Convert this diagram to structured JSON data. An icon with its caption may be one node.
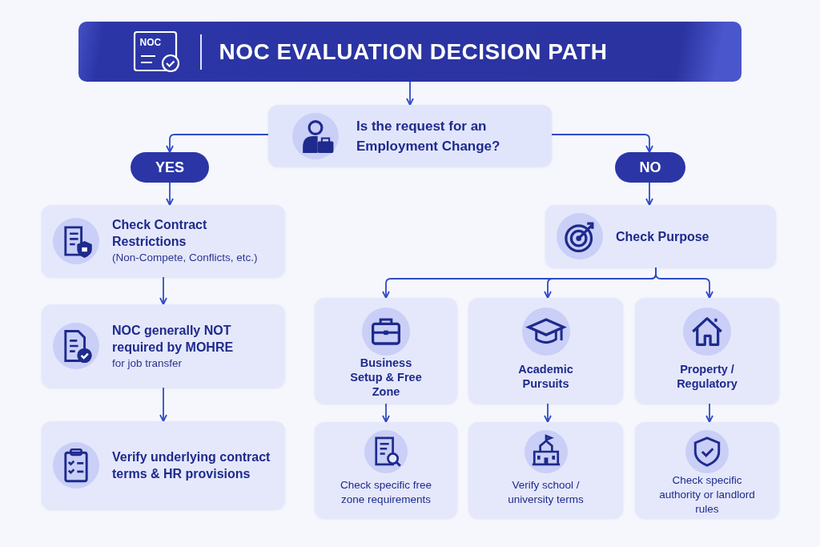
{
  "diagram": {
    "nodes": [
      {
        "text": [
          "NOC EVALUATION DECISION PATH"
        ]
      },
      {
        "text": [
          "Is the request for an Employment Change?"
        ]
      },
      {
        "text": [
          "YES"
        ]
      },
      {
        "text": [
          "NO"
        ]
      },
      {
        "text": [
          "Check Contract Restrictions",
          "(Non-Compete, Conflicts, etc.)"
        ]
      },
      {
        "text": [
          "NOC generally NOT required by MOHRE",
          "for job transfer"
        ]
      },
      {
        "text": [
          "Verify underlying contract terms & HR provisions"
        ]
      },
      {
        "text": [
          "Check Purpose"
        ]
      },
      {
        "text": [
          "Business Setup & Free Zone"
        ]
      },
      {
        "text": [
          "Academic Pursuits"
        ]
      },
      {
        "text": [
          "Property / Regulatory"
        ]
      },
      {
        "text": [
          "Check specific free zone requirements"
        ]
      },
      {
        "text": [
          "Verify school / university terms"
        ]
      },
      {
        "text": [
          "Check specific authority or landlord rules"
        ]
      }
    ],
    "edges": [
      {
        "from": 0,
        "to": 1,
        "arrow": "to"
      },
      {
        "from": 1,
        "to": 2,
        "arrow": "to"
      },
      {
        "from": 1,
        "to": 3,
        "arrow": "to"
      },
      {
        "from": 2,
        "to": 4,
        "arrow": "to"
      },
      {
        "from": 3,
        "to": 7,
        "arrow": "to"
      },
      {
        "from": 4,
        "to": 5,
        "arrow": "to"
      },
      {
        "from": 5,
        "to": 6,
        "arrow": "to"
      },
      {
        "from": 7,
        "to": 8,
        "arrow": "to"
      },
      {
        "from": 7,
        "to": 9,
        "arrow": "to"
      },
      {
        "from": 7,
        "to": 10,
        "arrow": "to"
      },
      {
        "from": 8,
        "to": 11,
        "arrow": "to"
      },
      {
        "from": 9,
        "to": 12,
        "arrow": "to"
      },
      {
        "from": 10,
        "to": 13,
        "arrow": "to"
      }
    ],
    "labels": [
      "NOC"
    ]
  }
}
